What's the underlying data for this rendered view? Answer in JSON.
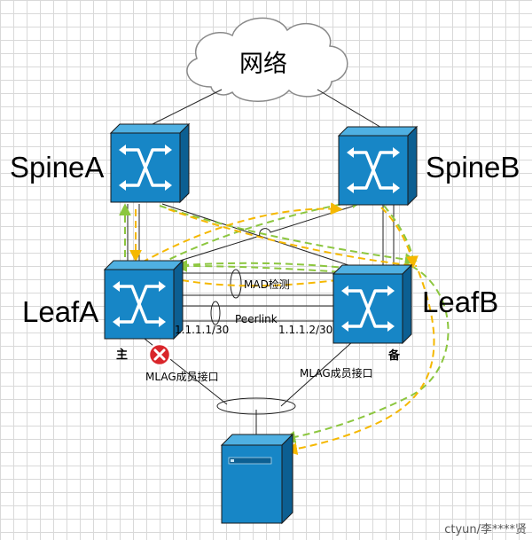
{
  "cloud": {
    "label": "网络"
  },
  "devices": {
    "spine_a": {
      "label": "SpineA"
    },
    "spine_b": {
      "label": "SpineB"
    },
    "leaf_a": {
      "label": "LeafA",
      "role": "主",
      "ip": "1.1.1.1/30",
      "member_port": "MLAG成员接口",
      "status": "fault"
    },
    "leaf_b": {
      "label": "LeafB",
      "role": "备",
      "ip": "1.1.1.2/30",
      "member_port": "MLAG成员接口"
    }
  },
  "links": {
    "mad": "MAD检测",
    "peerlink": "Peerlink"
  },
  "colors": {
    "device_fill": "#1786c6",
    "device_dark": "#0c5f92",
    "flow_green": "#8cc63f",
    "flow_orange": "#f5b800",
    "fault_red": "#d9262b"
  },
  "watermark": "ctyun/李****贤"
}
